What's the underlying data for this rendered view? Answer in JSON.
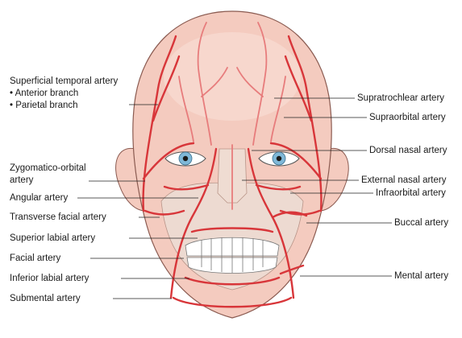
{
  "left_labels": {
    "sta_title": "Superficial temporal artery",
    "sta_anterior": "• Anterior branch",
    "sta_parietal": "• Parietal branch",
    "zygomatico_1": "Zygomatico-orbital",
    "zygomatico_2": "artery",
    "angular": "Angular artery",
    "transverse_facial": "Transverse facial artery",
    "superior_labial": "Superior labial artery",
    "facial": "Facial artery",
    "inferior_labial": "Inferior labial artery",
    "submental": "Submental artery"
  },
  "right_labels": {
    "supratrochlear": "Supratrochlear artery",
    "supraorbital": "Supraorbital artery",
    "dorsal_nasal": "Dorsal nasal artery",
    "external_nasal": "External nasal artery",
    "infraorbital": "Infraorbital artery",
    "buccal": "Buccal artery",
    "mental": "Mental artery"
  },
  "colors": {
    "skin": "#f4cbbf",
    "skin_shadow": "#e8aa9c",
    "artery": "#d8363a",
    "artery_light": "#e77c7c",
    "eye_iris": "#7fb8d8",
    "skull": "#ecdcd2",
    "teeth": "#ffffff",
    "leader": "#222222"
  }
}
